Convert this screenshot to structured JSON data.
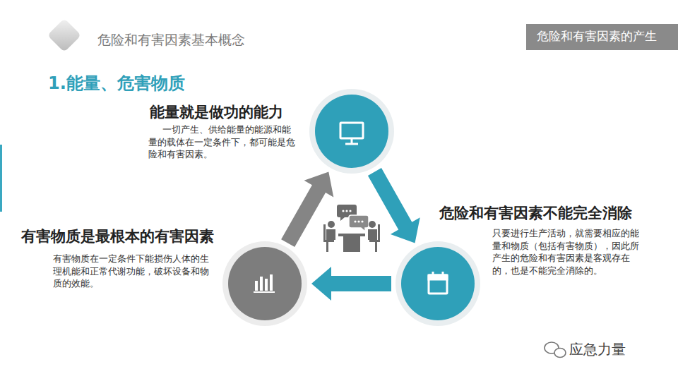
{
  "diagram": {
    "title": "危险和有害因素基本概念",
    "nodes": [
      {
        "text": [
          "能量就是做功的能力",
          "一切产生、供给能量的能源和能量的载体在一定条件下，都可能是危险和有害因素。"
        ]
      },
      {
        "text": [
          "危险和有害因素不能完全消除",
          "只要进行生产活动，就需要相应的能量和物质（包括有害物质），因此所产生的危险和有害因素是客观存在的，也是不能完全消除的。"
        ]
      },
      {
        "text": [
          "有害物质是最根本的有害因素",
          "有害物质在一定条件下能损伤人体的生理机能和正常代谢功能，破坏设备和物质的效能。"
        ]
      }
    ],
    "edges": [
      {
        "from": 2,
        "to": 0,
        "arrow": "to"
      },
      {
        "from": 0,
        "to": 1,
        "arrow": "to"
      },
      {
        "from": 1,
        "to": 2,
        "arrow": "to"
      }
    ],
    "labels": [
      "1.能量、危害物质",
      "危险和有害因素的产生",
      "应急力量"
    ]
  }
}
